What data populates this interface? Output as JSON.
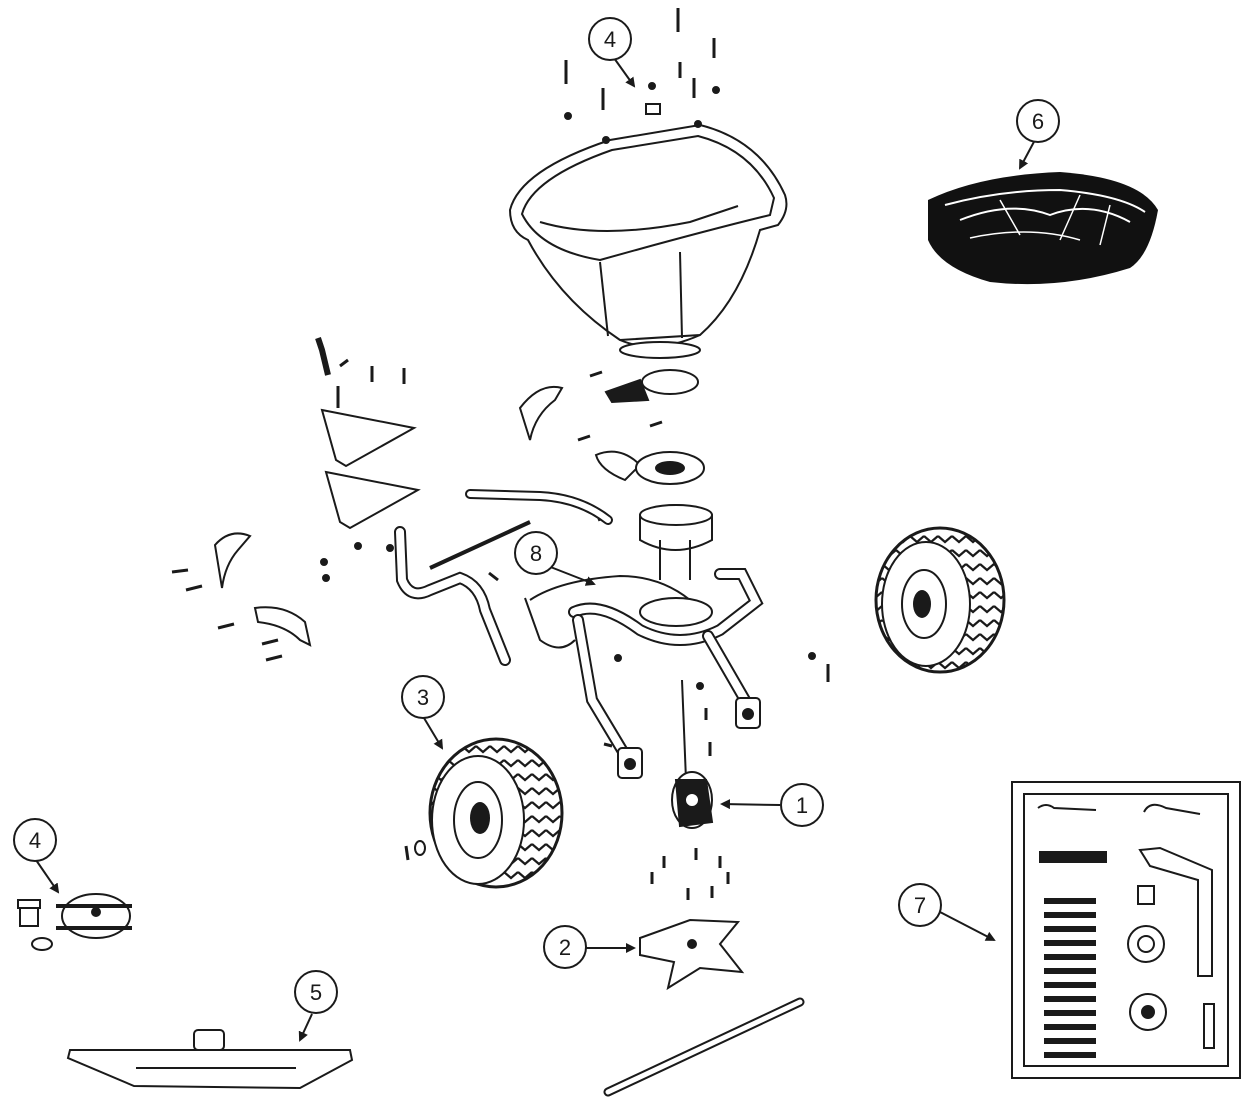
{
  "callouts": [
    {
      "id": "callout-1",
      "label": "1"
    },
    {
      "id": "callout-2",
      "label": "2"
    },
    {
      "id": "callout-3",
      "label": "3"
    },
    {
      "id": "callout-4-top",
      "label": "4"
    },
    {
      "id": "callout-4-left",
      "label": "4"
    },
    {
      "id": "callout-5",
      "label": "5"
    },
    {
      "id": "callout-6",
      "label": "6"
    },
    {
      "id": "callout-7",
      "label": "7"
    },
    {
      "id": "callout-8",
      "label": "8"
    }
  ],
  "colors": {
    "line": "#1a1a1a",
    "fill": "#ffffff",
    "dark": "#111111",
    "shade": "#d9d9d9"
  }
}
